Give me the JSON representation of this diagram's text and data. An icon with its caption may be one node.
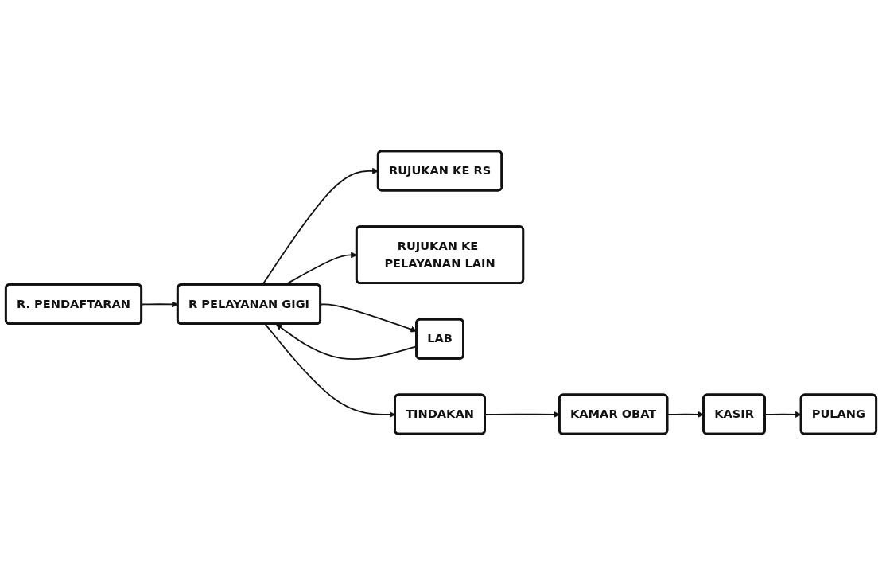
{
  "diagram": {
    "nodes": [
      {
        "text": [
          "R. PENDAFTARAN"
        ]
      },
      {
        "text": [
          "R PELAYANAN GIGI"
        ]
      },
      {
        "text": [
          "RUJUKAN KE RS"
        ]
      },
      {
        "text": [
          "RUJUKAN KE PELAYANAN LAIN"
        ]
      },
      {
        "text": [
          "LAB"
        ]
      },
      {
        "text": [
          "TINDAKAN"
        ]
      },
      {
        "text": [
          "KAMAR OBAT"
        ]
      },
      {
        "text": [
          "KASIR"
        ]
      },
      {
        "text": [
          "PULANG"
        ]
      }
    ],
    "edges": [
      {
        "from": 0,
        "to": 1,
        "arrow": "to"
      },
      {
        "from": 1,
        "to": 2,
        "arrow": "to"
      },
      {
        "from": 1,
        "to": 3,
        "arrow": "to"
      },
      {
        "from": 1,
        "to": 4,
        "arrow": "to"
      },
      {
        "from": 4,
        "to": 1,
        "arrow": "to"
      },
      {
        "from": 1,
        "to": 5,
        "arrow": "to"
      },
      {
        "from": 5,
        "to": 6,
        "arrow": "to"
      },
      {
        "from": 6,
        "to": 7,
        "arrow": "to"
      },
      {
        "from": 7,
        "to": 8,
        "arrow": "to"
      }
    ]
  }
}
